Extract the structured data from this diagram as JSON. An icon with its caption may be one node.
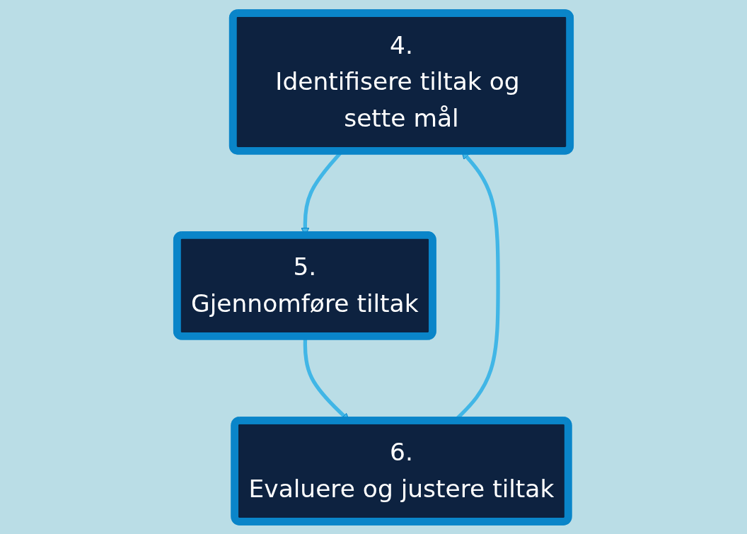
{
  "diagram": {
    "nodes": [
      {
        "text": [
          "4.",
          "Identifisere tiltak og sette mål"
        ]
      },
      {
        "text": [
          "5.",
          "Gjennomføre tiltak"
        ]
      },
      {
        "text": [
          "6.",
          "Evaluere og justere tiltak"
        ]
      }
    ],
    "edges": [
      {
        "from": 0,
        "to": 1,
        "arrow": "to",
        "color": "#41b6e6"
      },
      {
        "from": 1,
        "to": 2,
        "arrow": "to",
        "color": "#41b6e6"
      },
      {
        "from": 2,
        "to": 0,
        "arrow": "to",
        "color": "#41b6e6"
      }
    ]
  }
}
